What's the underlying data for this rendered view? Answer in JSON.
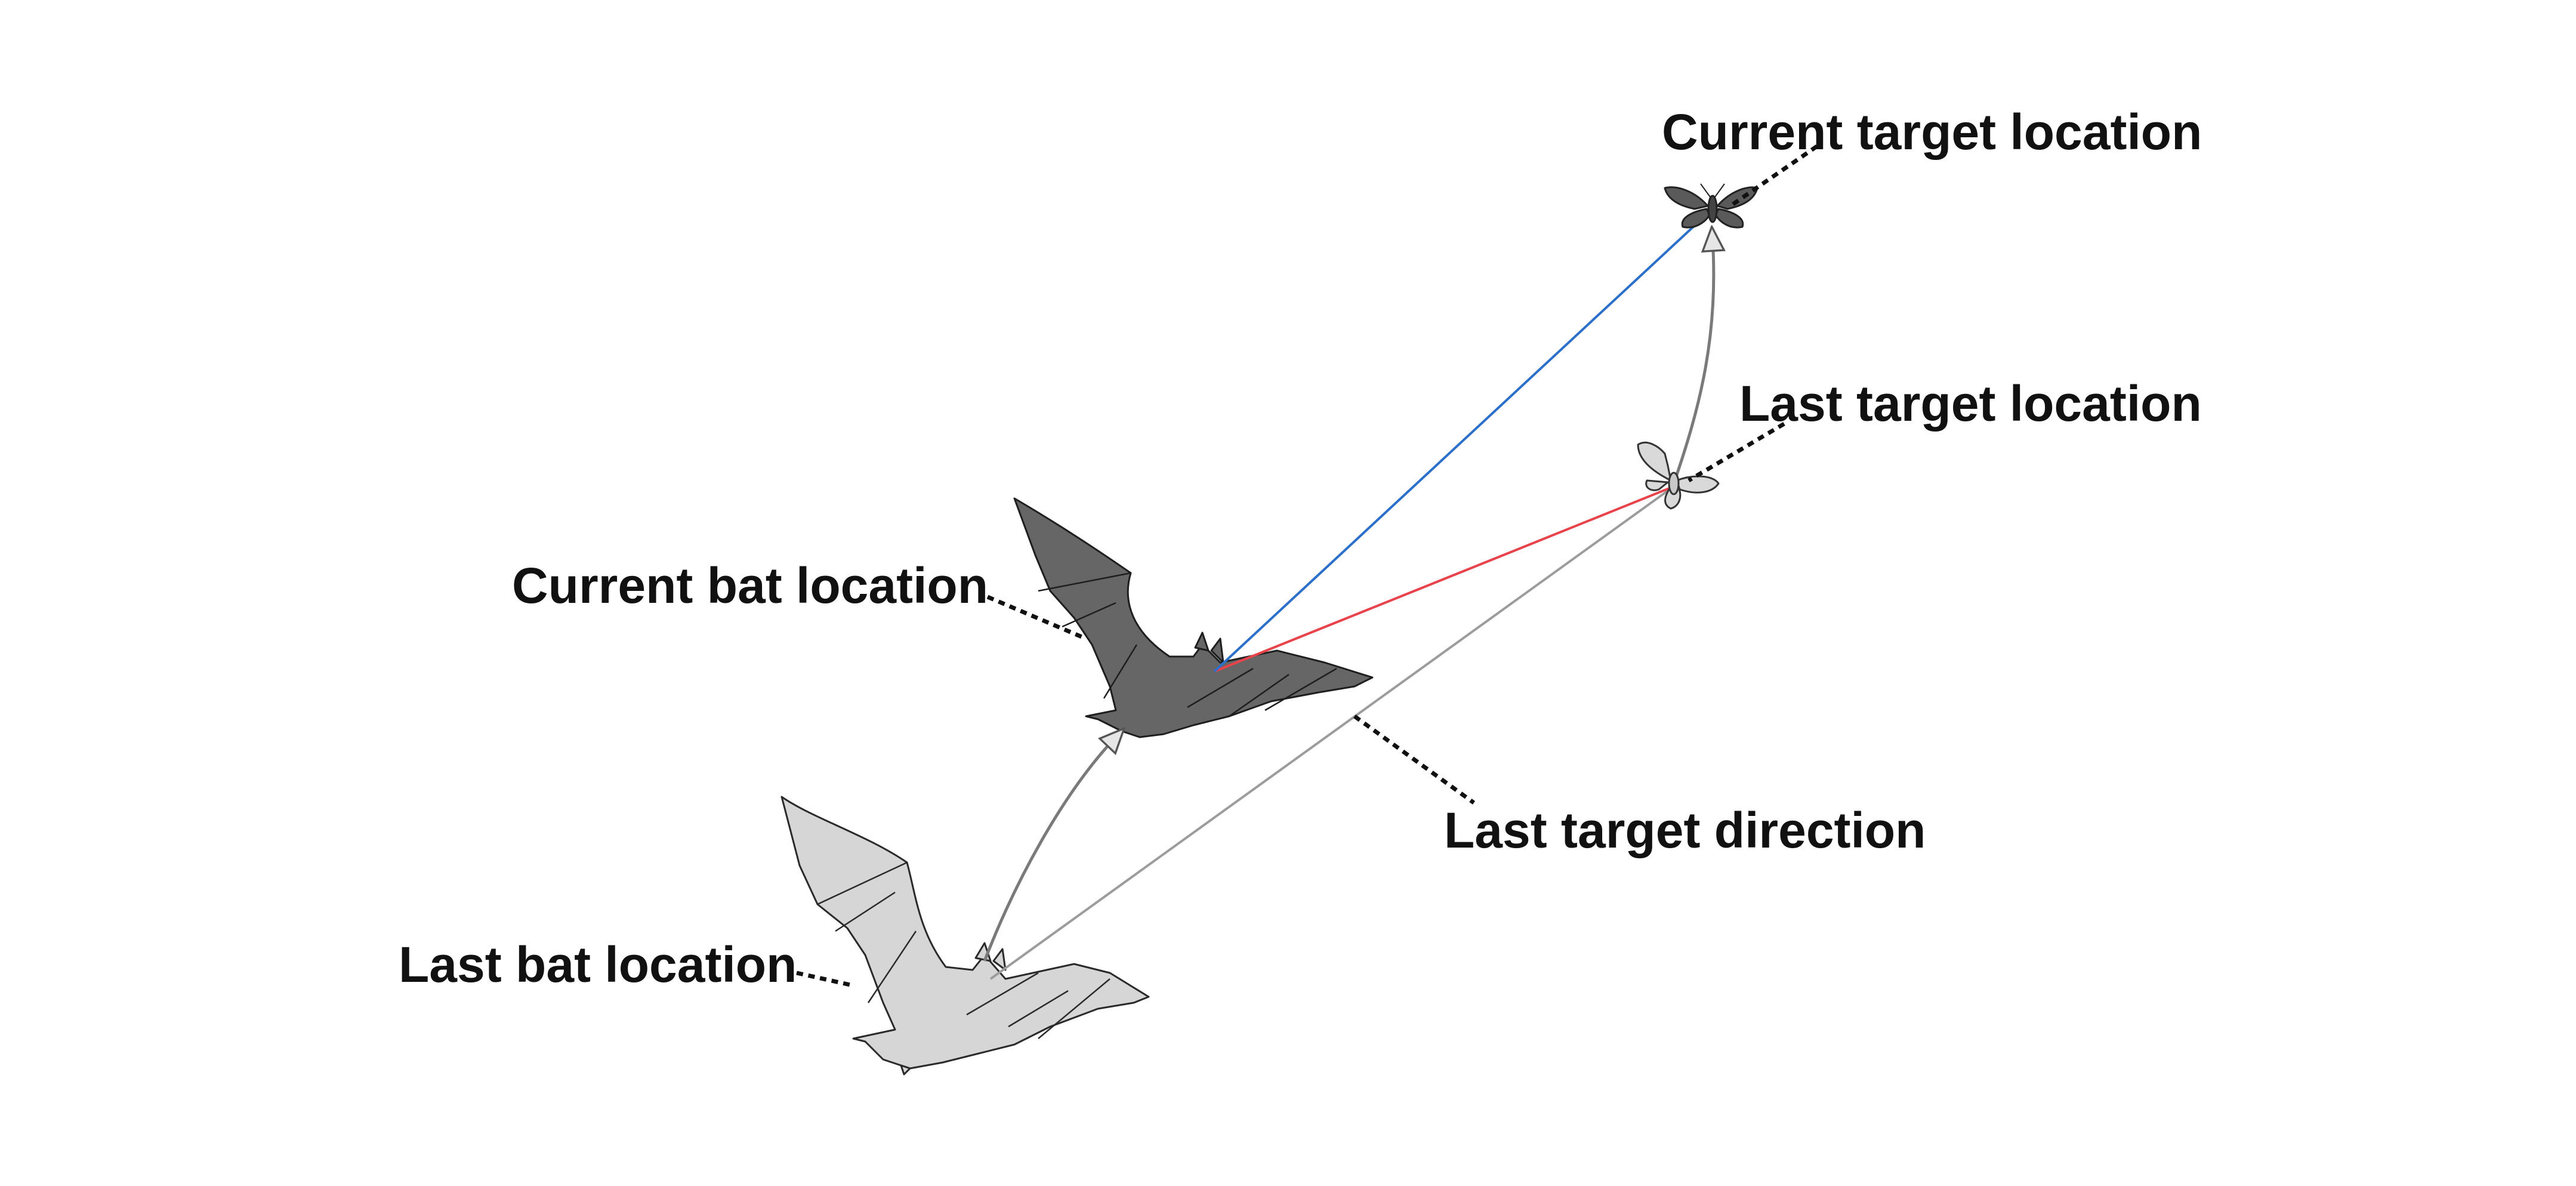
{
  "labels": {
    "current_target": "Current target location",
    "last_target": "Last target location",
    "current_bat": "Current bat location",
    "last_target_direction": "Last target direction",
    "last_bat": "Last bat location"
  },
  "colors": {
    "background": "#ffffff",
    "current_bat_fill": "#666666",
    "last_bat_fill": "#d6d6d6",
    "current_target_fill": "#5a5a5a",
    "last_target_fill": "#d9d9d9",
    "line_current_target": "#2a6fc9",
    "line_last_target": "#e8424a",
    "line_last_direction": "#9c9c9c",
    "motion_arrow": "#7a7a7a",
    "leader": "#111111"
  },
  "icons": [
    "current-bat-icon",
    "last-bat-icon",
    "current-target-moth-icon",
    "last-target-moth-icon"
  ]
}
